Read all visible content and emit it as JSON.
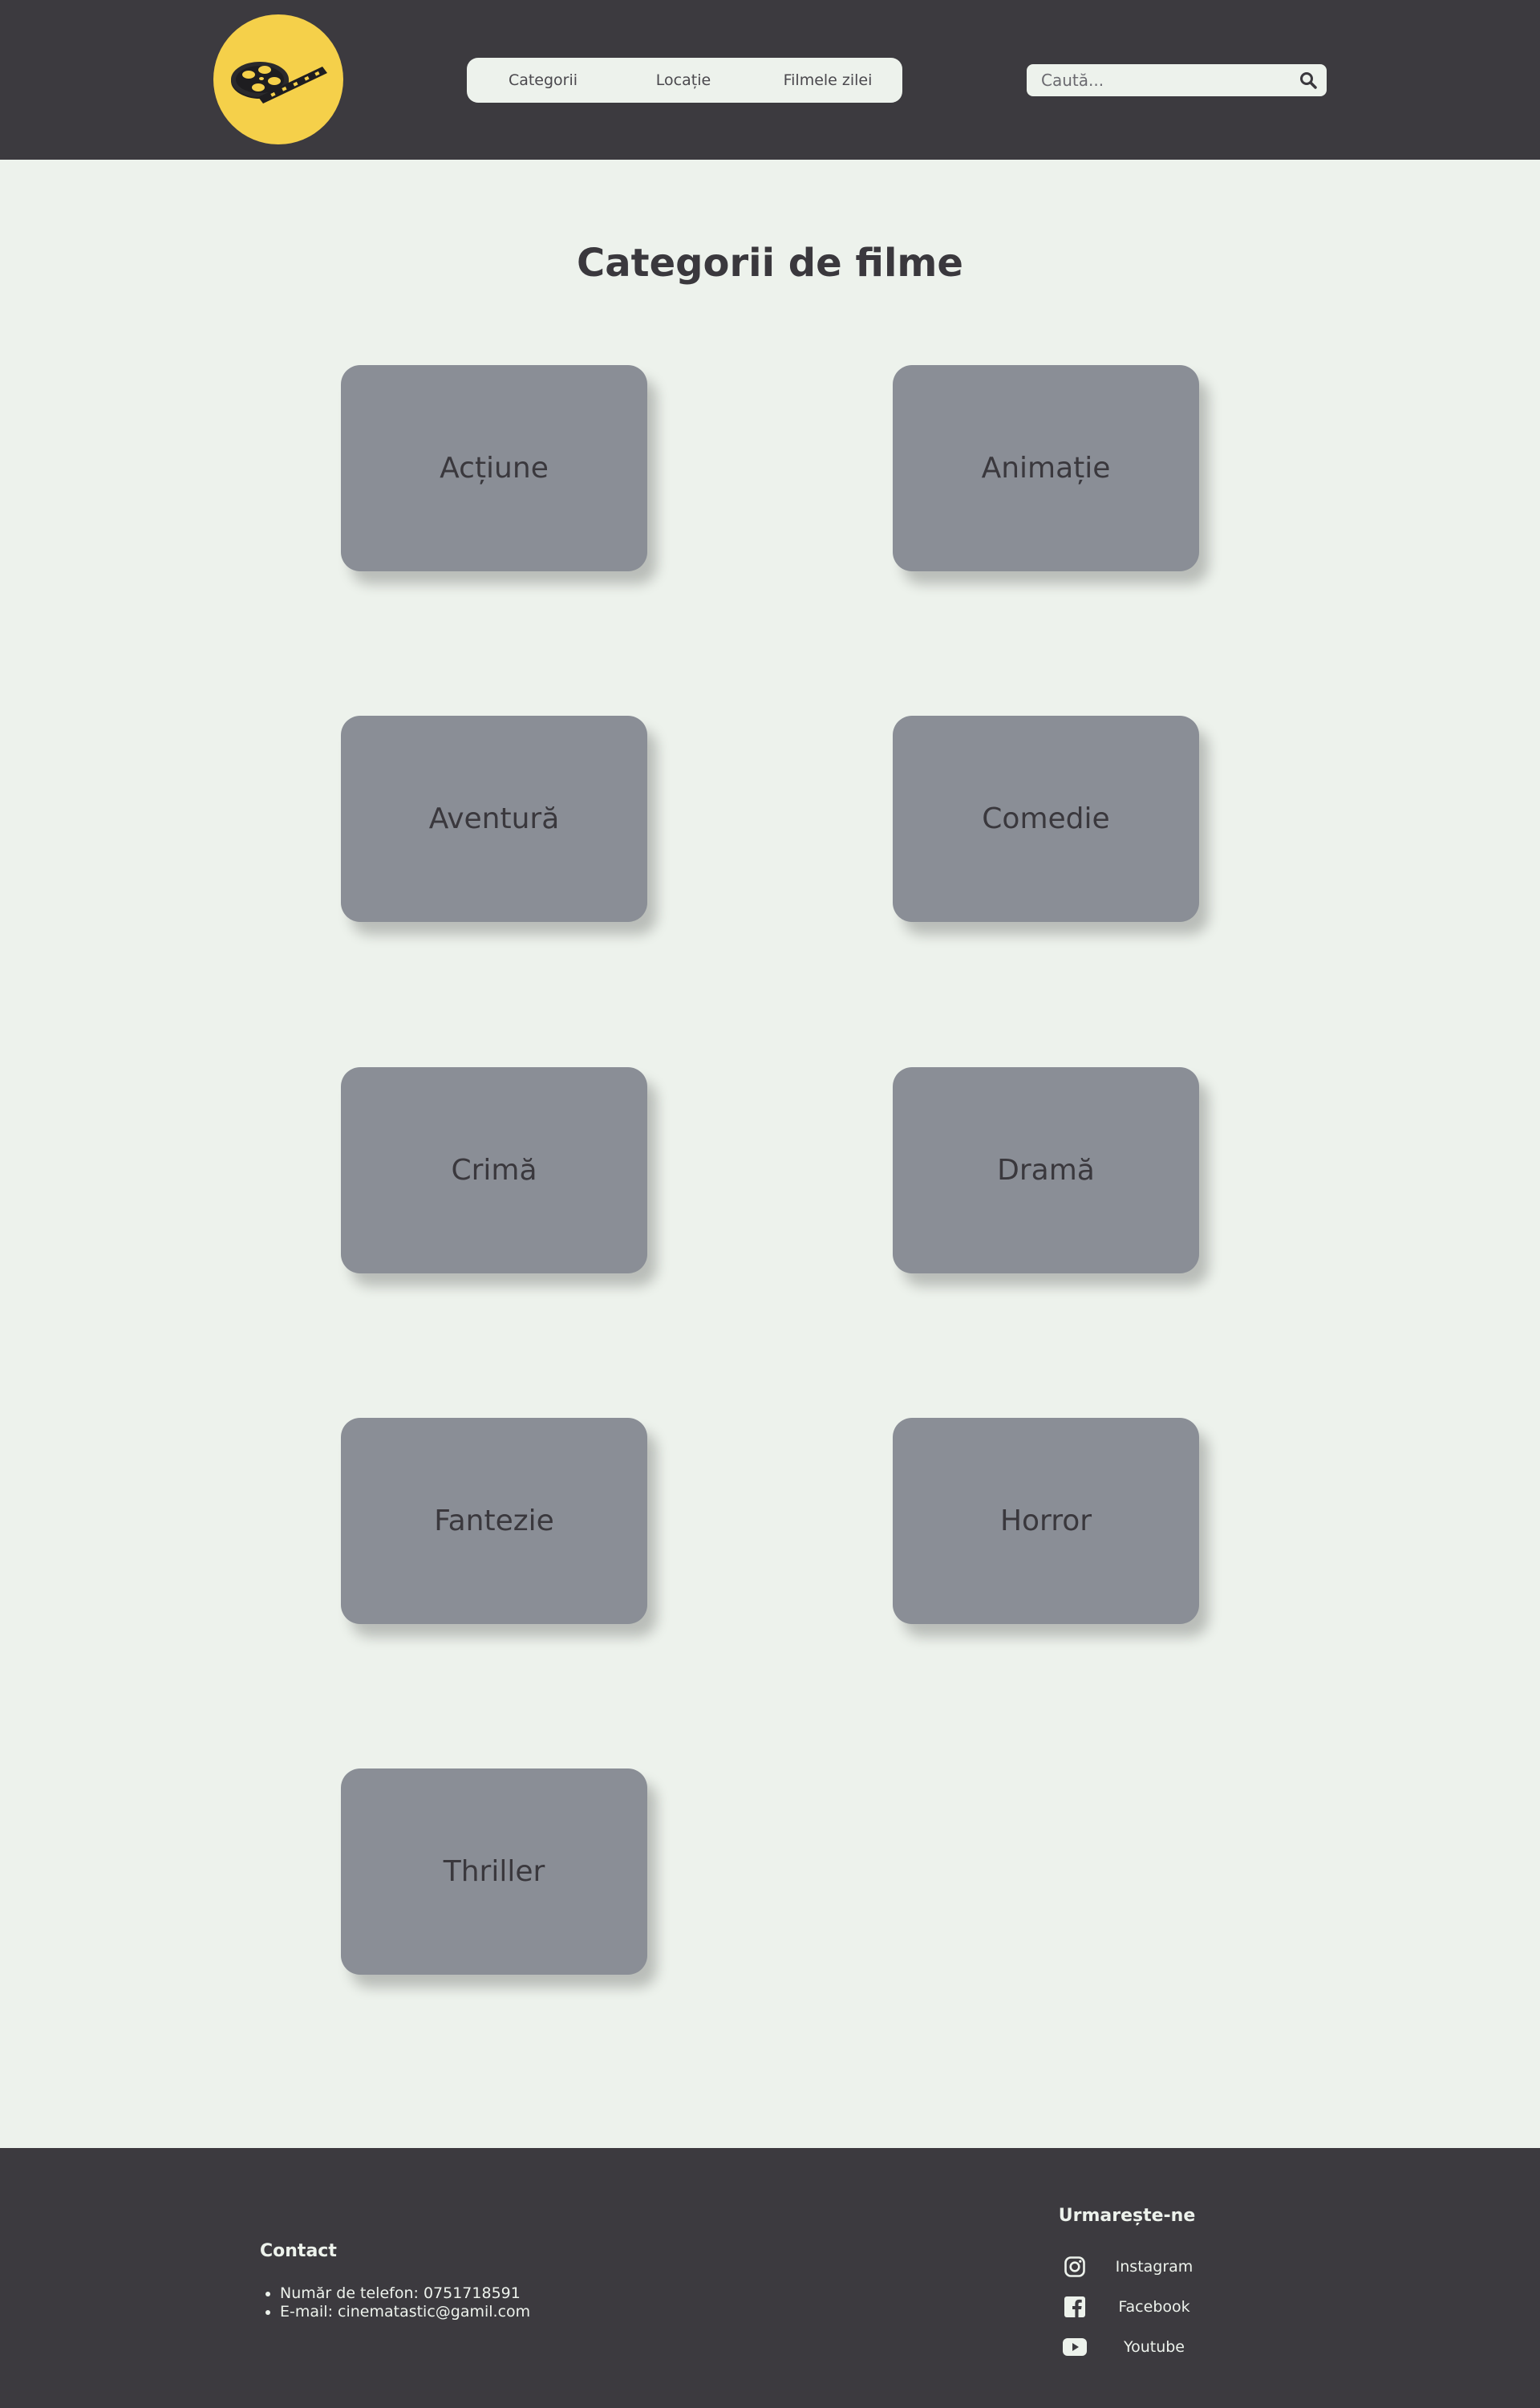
{
  "header": {
    "logo_icon": "film-reel-icon",
    "nav": [
      "Categorii",
      "Locație",
      "Filmele zilei"
    ],
    "search": {
      "placeholder": "Caută...",
      "icon": "search-icon"
    }
  },
  "main": {
    "title": "Categorii de filme",
    "categories": [
      "Acțiune",
      "Animație",
      "Aventură",
      "Comedie",
      "Crimă",
      "Dramă",
      "Fantezie",
      "Horror",
      "Thriller"
    ]
  },
  "footer": {
    "contact_title": "Contact",
    "contact_items": [
      "Număr de telefon: 0751718591",
      "E-mail: cinematastic@gamil.com"
    ],
    "follow_title": "Urmarește-ne",
    "social": [
      {
        "label": "Instagram",
        "icon": "instagram-icon"
      },
      {
        "label": "Facebook",
        "icon": "facebook-icon"
      },
      {
        "label": "Youtube",
        "icon": "youtube-icon"
      }
    ]
  },
  "colors": {
    "header_bg": "#3c3a3f",
    "page_bg": "#edf2ec",
    "logo_bg": "#f5d04a",
    "card_bg": "#8a8e96",
    "text_dark": "#3a383d"
  }
}
